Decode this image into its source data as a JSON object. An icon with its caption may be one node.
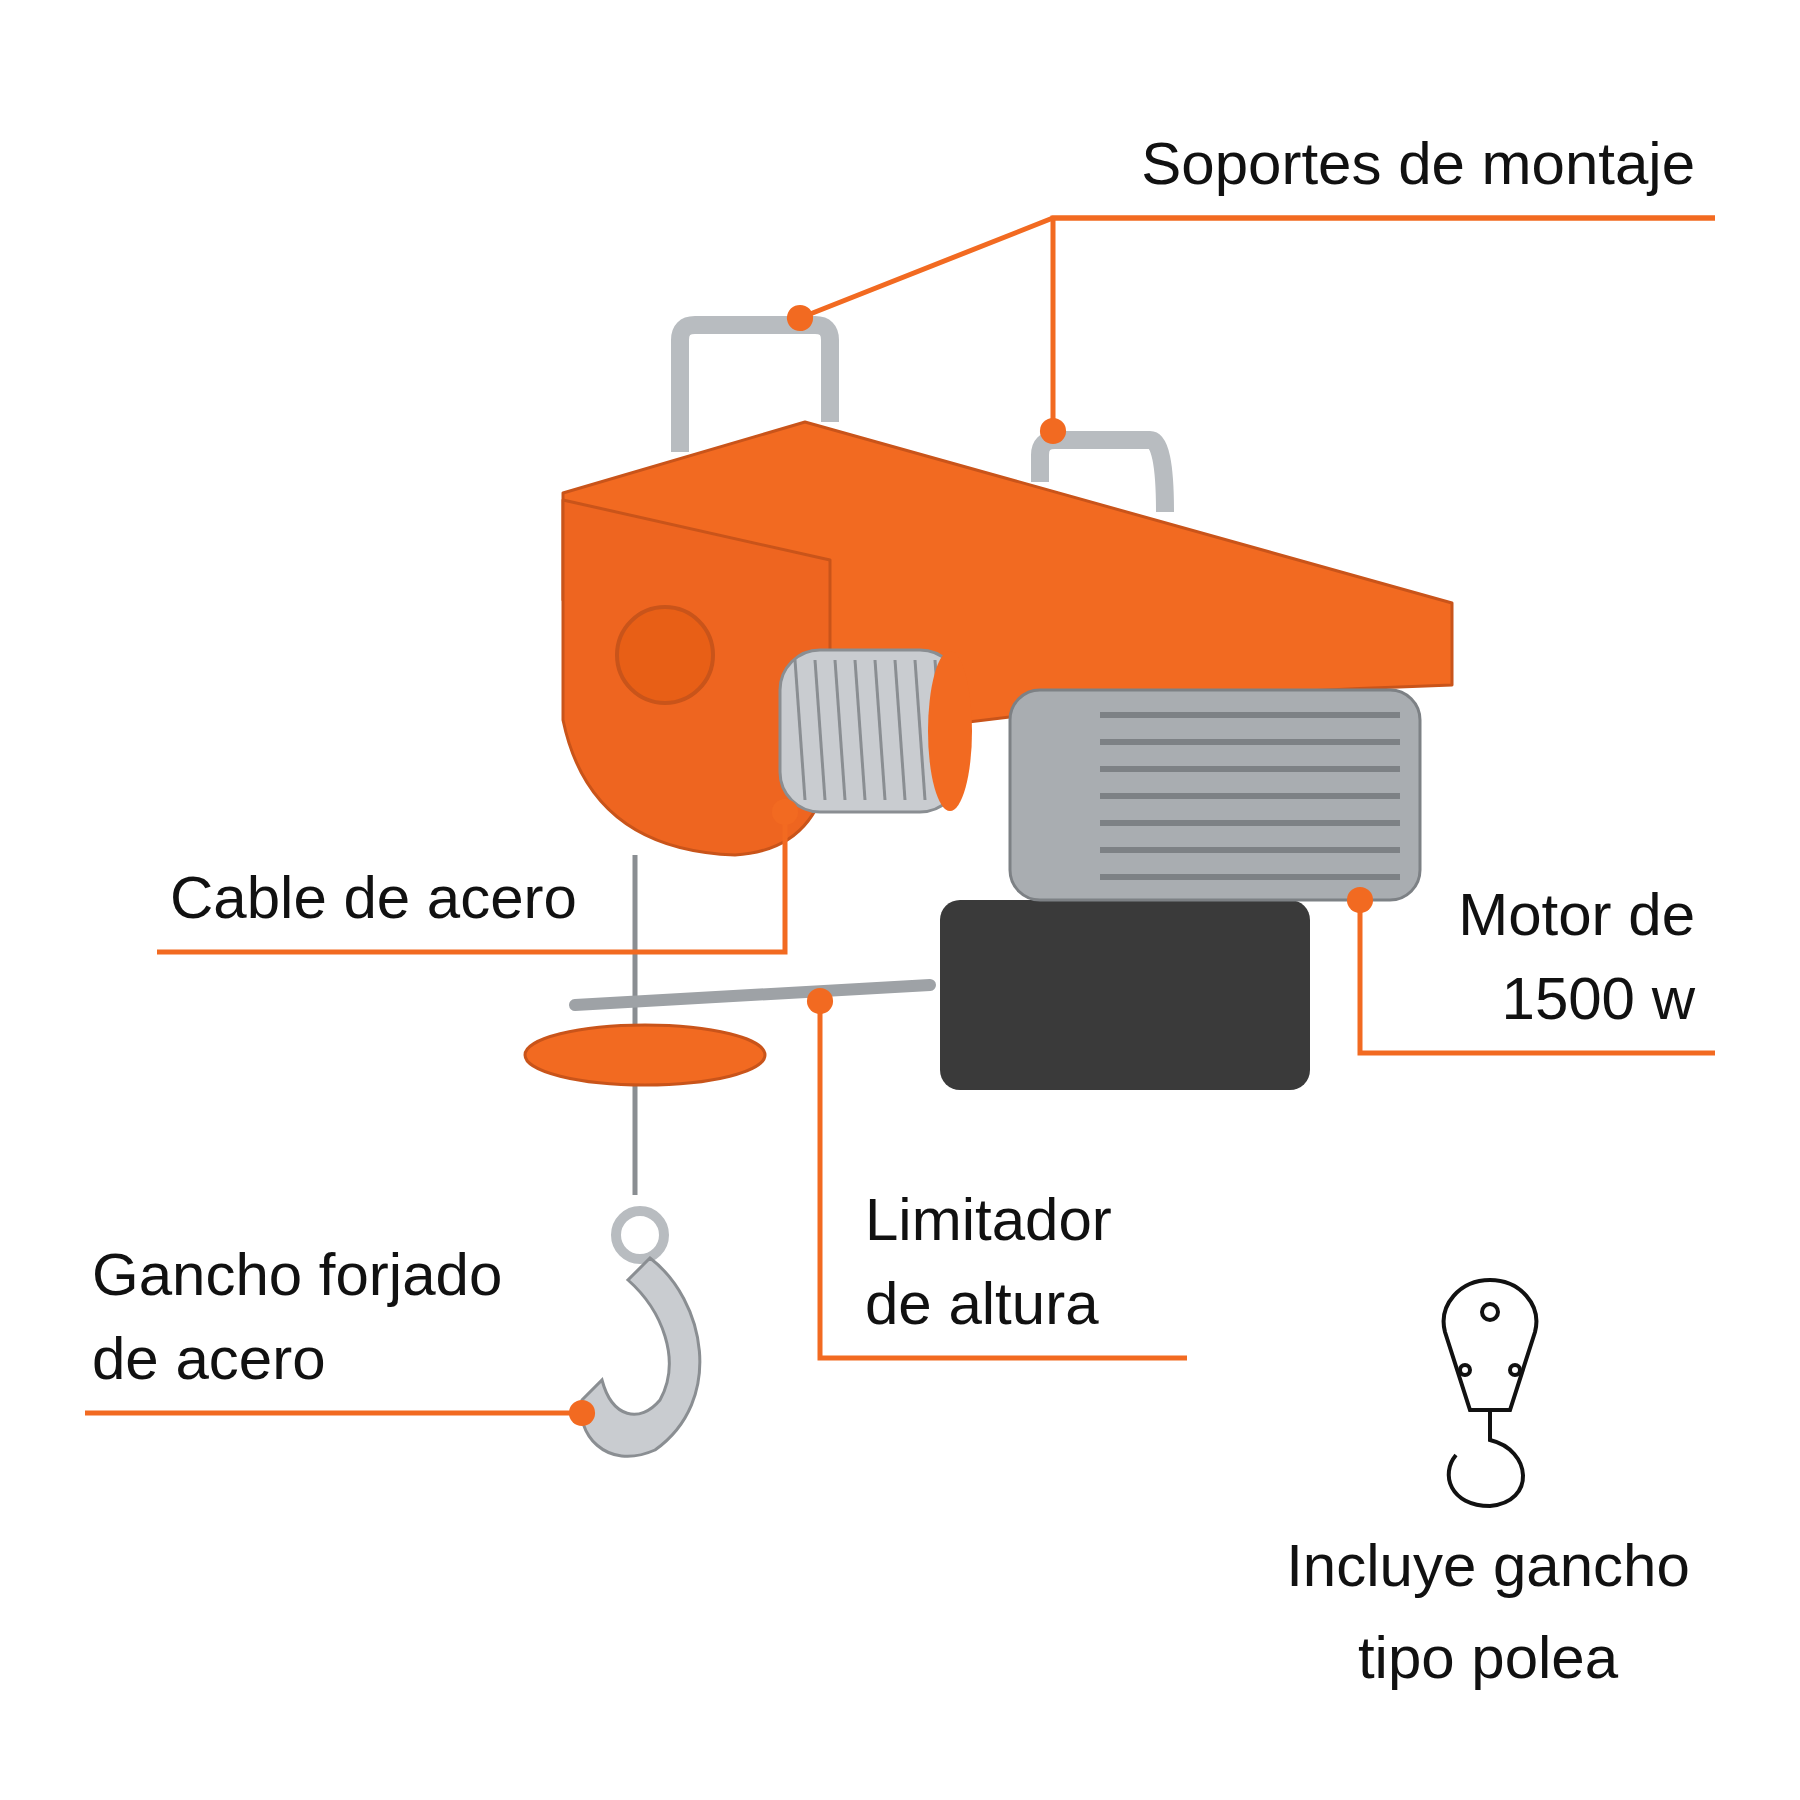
{
  "diagram": {
    "nodes": [
      {
        "text": [
          "Soportes de montaje"
        ]
      },
      {
        "text": [],
        "shape": "picture"
      },
      {
        "text": [],
        "shape": "picture"
      },
      {
        "text": [
          "Cable de acero"
        ]
      },
      {
        "text": [],
        "shape": "picture"
      },
      {
        "text": [
          "Motor de 1500 w"
        ]
      },
      {
        "text": [],
        "shape": "picture"
      },
      {
        "text": [
          "Limitador de altura"
        ]
      },
      {
        "text": [],
        "shape": "picture"
      },
      {
        "text": [
          "Gancho forjado de acero"
        ]
      },
      {
        "text": [],
        "shape": "picture"
      }
    ],
    "edges": [
      {
        "from": 0,
        "to": 1,
        "arrow": "other"
      },
      {
        "from": 0,
        "to": 2,
        "arrow": "other"
      },
      {
        "from": 3,
        "to": 4,
        "arrow": "other"
      },
      {
        "from": 5,
        "to": 6,
        "arrow": "other"
      },
      {
        "from": 7,
        "to": 8,
        "arrow": "other"
      },
      {
        "from": 9,
        "to": 10,
        "arrow": "other"
      }
    ],
    "labels": [
      "Incluye gancho tipo polea"
    ]
  }
}
